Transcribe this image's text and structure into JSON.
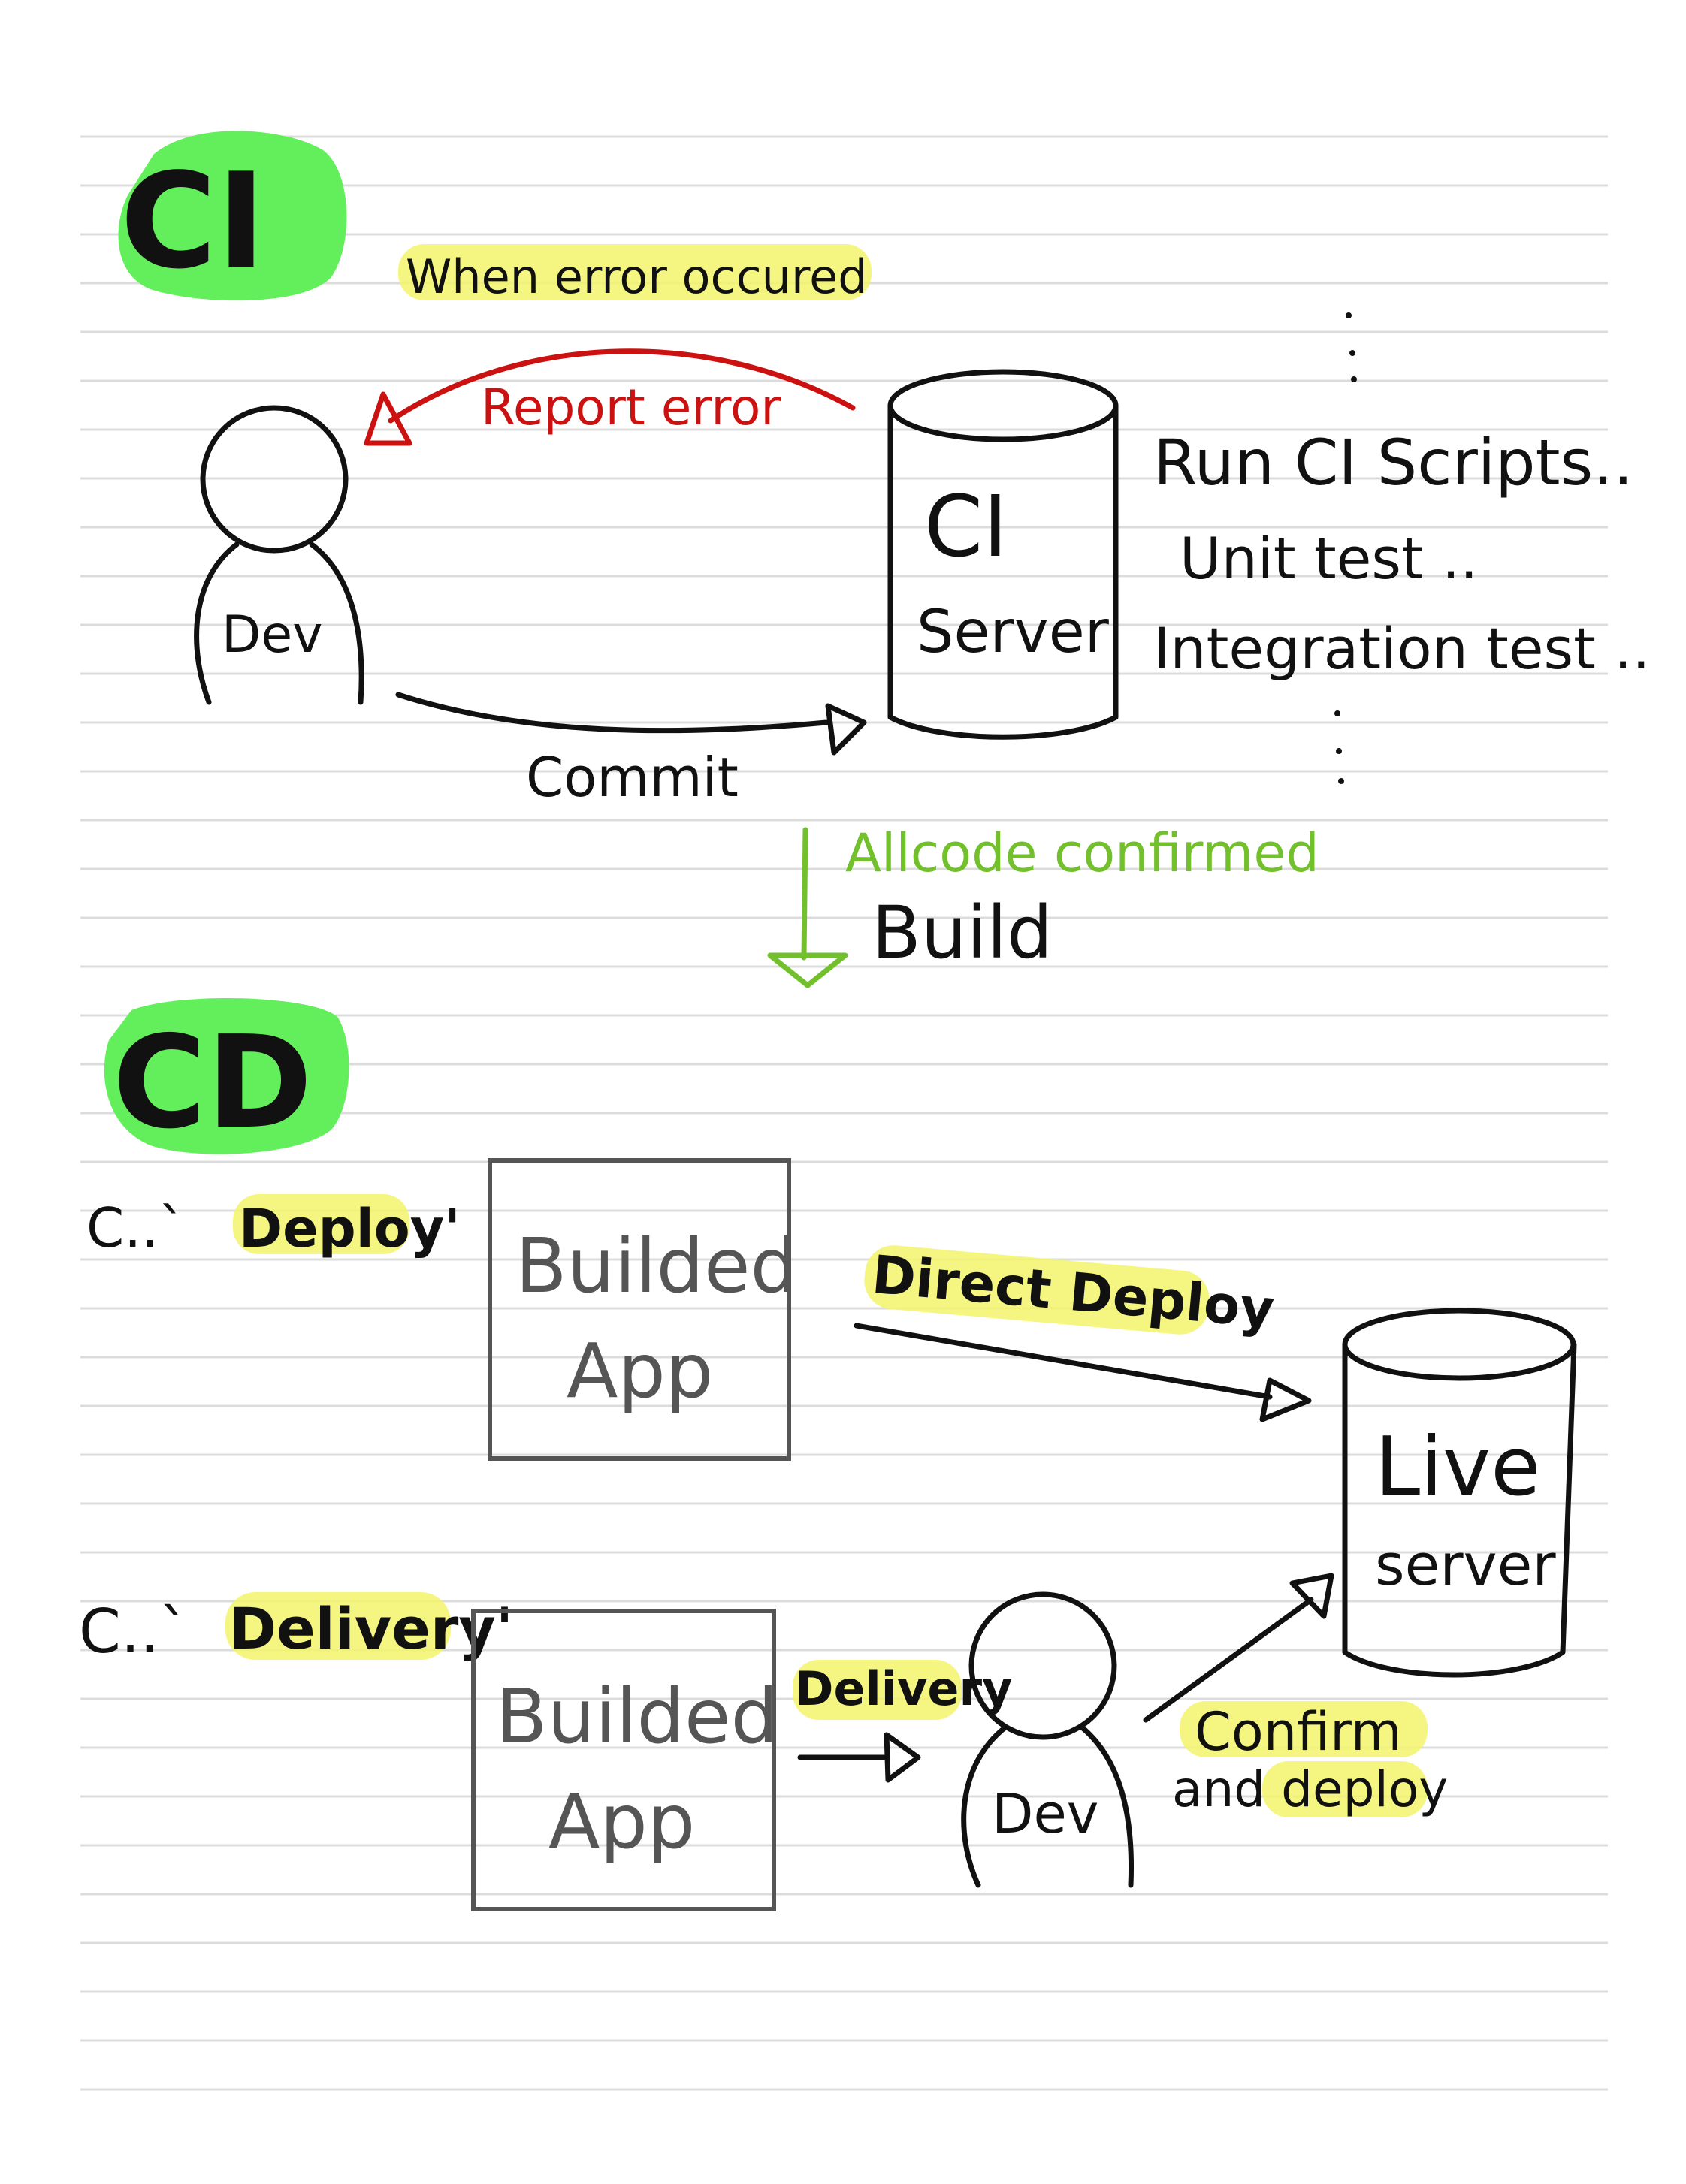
{
  "ci": {
    "title": "CI",
    "note": "When error occured",
    "dev_label": "Dev",
    "report_label": "Report error",
    "commit_label": "Commit",
    "server_line1": "CI",
    "server_line2": "Server",
    "script_line1": "Run CI Scripts..",
    "script_line2": "Unit test ..",
    "script_line3": "Integration test ..",
    "confirmed_label": "Allcode confirmed",
    "build_label": "Build"
  },
  "cd": {
    "title": "CD",
    "deploy_prefix": "C..`",
    "deploy_term": "Deploy'",
    "delivery_prefix": "C..`",
    "delivery_term": "Delivery'",
    "app1_line1": "Builded",
    "app1_line2": "App",
    "app2_line1": "Builded",
    "app2_line2": "App",
    "direct_deploy_label": "Direct Deploy",
    "delivery_label": "Delivery",
    "dev_label": "Dev",
    "confirm_line1": "Confirm",
    "confirm_line2": "and deploy",
    "live_line1": "Live",
    "live_line2": "server"
  },
  "colors": {
    "ink": "#111111",
    "error_red": "#cc1111",
    "confirm_green": "#72c02c",
    "highlight_yellow": "#f3f56b",
    "highlight_green": "#63ee5b"
  }
}
